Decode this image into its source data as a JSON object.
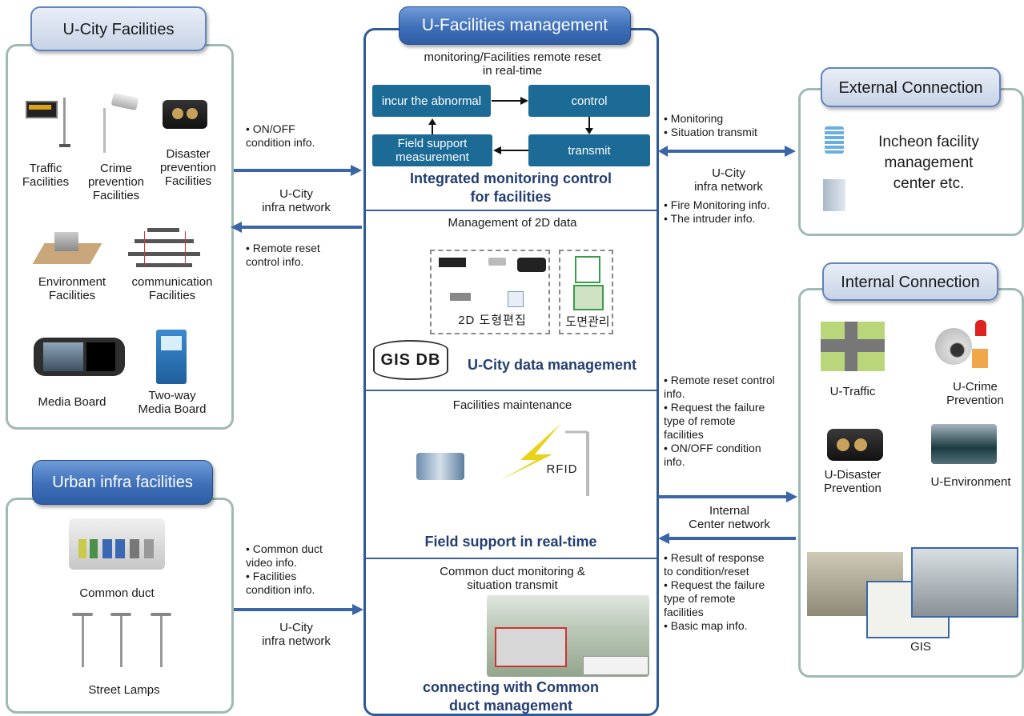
{
  "left_top": {
    "header": "U-City Facilities",
    "items": [
      {
        "label": "Traffic\nFacilities"
      },
      {
        "label": "Crime\nprevention\nFacilities"
      },
      {
        "label": "Disaster\nprevention\nFacilities"
      },
      {
        "label": "Environment\nFacilities"
      },
      {
        "label": "communication\nFacilities"
      },
      {
        "label": "Media Board"
      },
      {
        "label": "Two-way\nMedia Board"
      }
    ]
  },
  "left_bottom": {
    "header": "Urban infra facilities",
    "items": [
      {
        "label": "Common duct"
      },
      {
        "label": "Street Lamps"
      }
    ]
  },
  "left_links": {
    "top_note_in": "• ON/OFF\ncondition info.",
    "top_network": "U-City\ninfra network",
    "top_note_out": "• Remote reset\ncontrol info.",
    "bottom_note": "• Common duct\nvideo info.\n• Facilities\ncondition info.",
    "bottom_network": "U-City\ninfra network"
  },
  "center": {
    "header": "U-Facilities management",
    "sec1_sub": "monitoring/Facilities remote reset\nin real-time",
    "flow": {
      "abnormal": "incur the abnormal",
      "control": "control",
      "transmit": "transmit",
      "field": "Field support\nmeasurement"
    },
    "sec1_title": "Integrated monitoring control\nfor facilities",
    "sec2_sub": "Management of 2D data",
    "sec2_label_a": "2D 도형편집",
    "sec2_label_b": "도면관리",
    "gis_db": "GIS DB",
    "sec2_title": "U-City data management",
    "sec3_sub": "Facilities maintenance",
    "rfid": "RFID",
    "sec3_title": "Field support in real-time",
    "sec4_sub": "Common duct monitoring &\nsituation transmit",
    "sec4_title": "connecting with Common\nduct management"
  },
  "right_links": {
    "ext_note_top": "• Monitoring\n• Situation transmit",
    "ext_network": "U-City\ninfra network",
    "ext_note_bottom": "• Fire Monitoring info.\n• The intruder info.",
    "int_note_top": "• Remote reset control\ninfo.\n• Request the failure\ntype of remote\nfacilities\n• ON/OFF condition\ninfo.",
    "int_network": "Internal\nCenter network",
    "int_note_bottom": "• Result of response\nto condition/reset\n• Request the failure\ntype of remote\nfacilities\n• Basic map info."
  },
  "right_top": {
    "header": "External Connection",
    "text": "Incheon facility\nmanagement\ncenter etc."
  },
  "right_bottom": {
    "header": "Internal Connection",
    "items": [
      {
        "label": "U-Traffic"
      },
      {
        "label": "U-Crime\nPrevention"
      },
      {
        "label": "U-Disaster\nPrevention"
      },
      {
        "label": "U-Environment"
      },
      {
        "label": "GIS"
      }
    ]
  }
}
